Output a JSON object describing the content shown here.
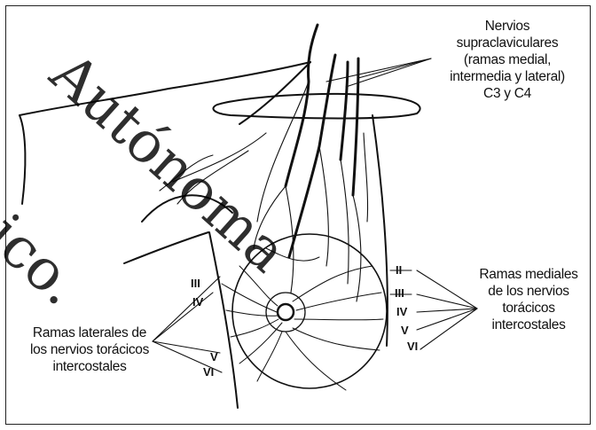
{
  "labels": {
    "supraclavicular": "Nervios\nsupraclaviculares\n(ramas medial,\nintermedia y lateral)\nC3 y C4",
    "medial_branches": "Ramas mediales\nde los nervios\ntorácicos\nintercostales",
    "lateral_branches": "Ramas laterales de\nlos nervios torácicos\nintercostales"
  },
  "roman_left": [
    "III",
    "IV",
    "V",
    "VI"
  ],
  "roman_right": [
    "II",
    "III",
    "IV",
    "V",
    "VI"
  ],
  "watermark": {
    "line1": "Autónoma",
    "line2": "ico."
  }
}
